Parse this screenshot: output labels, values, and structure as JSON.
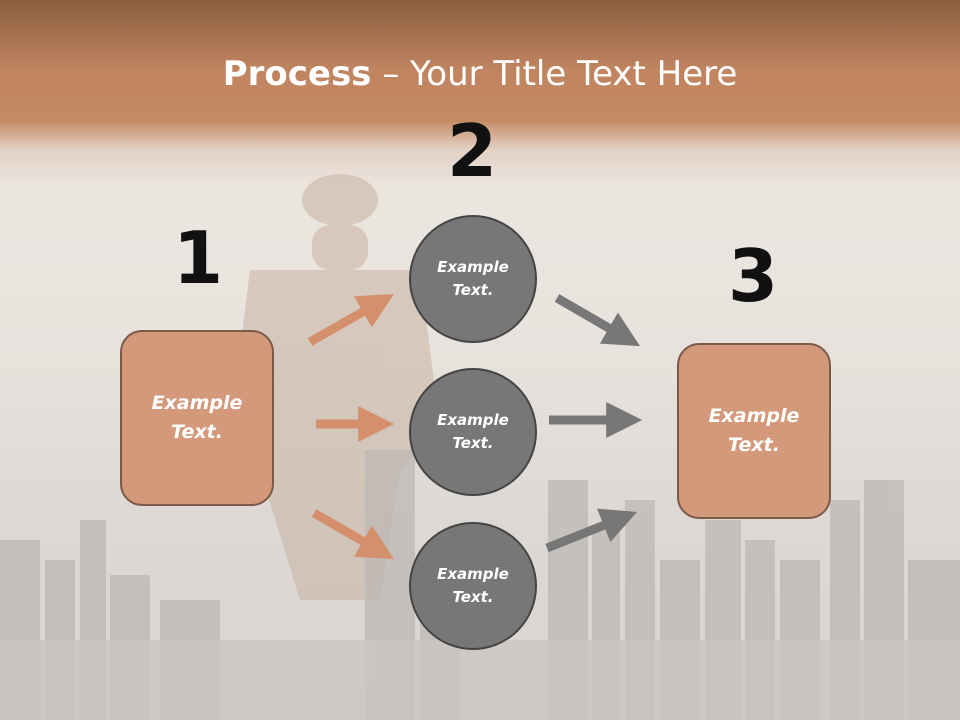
{
  "title": {
    "bold": "Process",
    "rest": " – Your Title Text Here"
  },
  "steps": [
    {
      "number": "1",
      "text": "Example Text."
    },
    {
      "number": "2"
    },
    {
      "number": "3",
      "text": "Example Text."
    }
  ],
  "circles": [
    {
      "text": "Example Text."
    },
    {
      "text": "Example Text."
    },
    {
      "text": "Example Text."
    }
  ],
  "colors": {
    "box": "#d4987a",
    "circle": "#777777",
    "arrow_orange": "#d4906c",
    "arrow_gray": "#777777"
  }
}
